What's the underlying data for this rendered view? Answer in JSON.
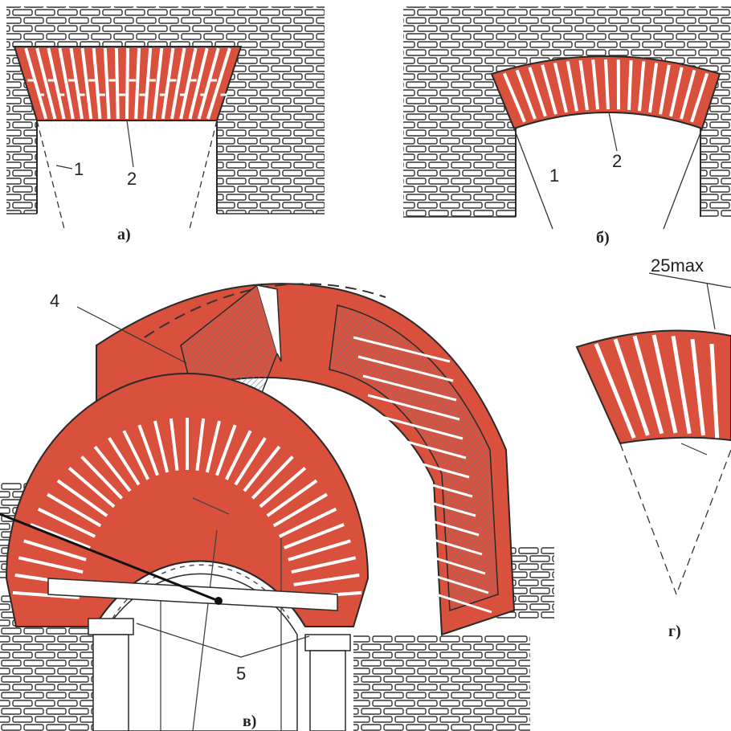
{
  "figure": {
    "panels": [
      {
        "id": "a",
        "caption": "а)"
      },
      {
        "id": "b",
        "caption": "б)"
      },
      {
        "id": "c",
        "caption": "в)"
      },
      {
        "id": "d",
        "caption": "г)"
      }
    ],
    "callouts": {
      "a1": "1",
      "a2": "2",
      "b1": "1",
      "b2": "2",
      "c4": "4",
      "c5": "5"
    },
    "dimension": "25max",
    "colors": {
      "brick_red": "#d9503c",
      "line": "#2a2a2a",
      "mortar": "#ffffff",
      "hatch": "#7a7a8a"
    }
  }
}
